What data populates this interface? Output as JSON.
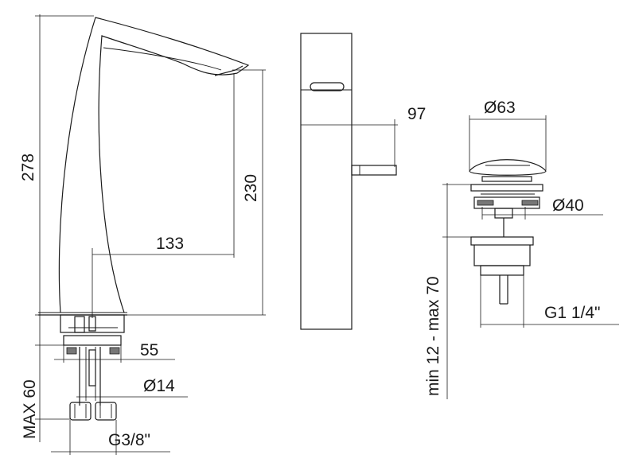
{
  "dimensions": {
    "spout_total_height": "278",
    "spout_outlet_height": "230",
    "spout_reach": "133",
    "side_reach": "97",
    "base_width": "55",
    "base_height": "MAX 60",
    "shank_diameter": "Ø14",
    "inlet_thread": "G3/8\"",
    "waste_cap_diameter": "Ø63",
    "waste_body_diameter": "Ø40",
    "waste_length_range": "min 12 - max 70",
    "waste_thread": "G1 1/4\""
  }
}
